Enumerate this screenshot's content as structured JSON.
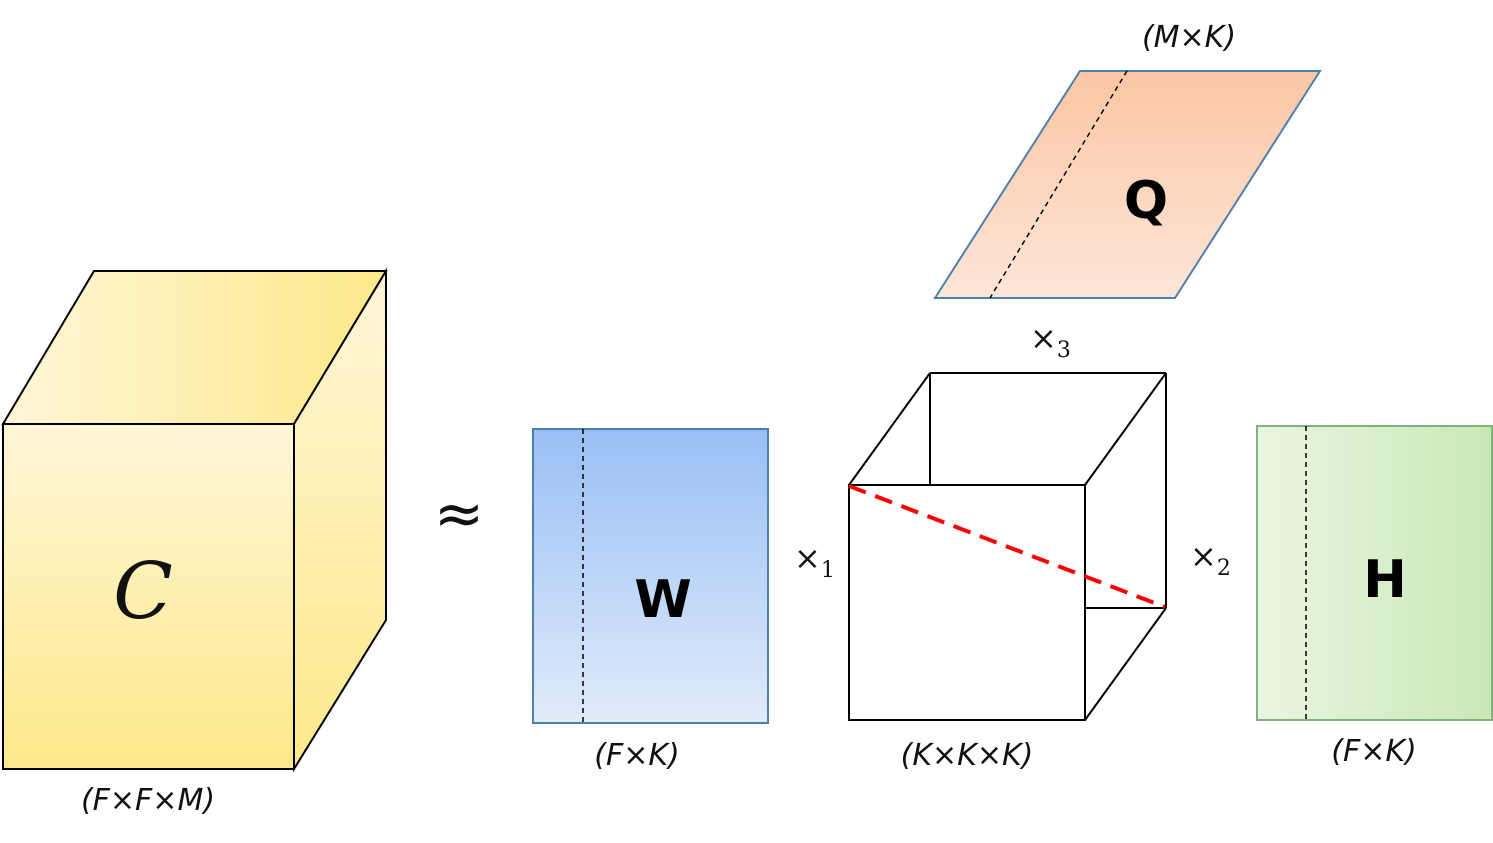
{
  "tensor_c": {
    "symbol": "C",
    "dims": "(F×F×M)",
    "color_light": "#fff6d8",
    "color_dark": "#fde98a"
  },
  "approx_symbol": "≈",
  "matrix_w": {
    "symbol": "W",
    "dims": "(F×K)",
    "color_top": "#98bff5",
    "color_bottom": "#e1ebfa",
    "border": "#4f7fae"
  },
  "core_tensor": {
    "dims": "(K×K×K)",
    "diagonal_color": "#ff0000"
  },
  "matrix_h": {
    "symbol": "H",
    "dims": "(F×K)",
    "color_left": "#eaf5e2",
    "color_right": "#c9e8b6",
    "border": "#7fb37a"
  },
  "matrix_q": {
    "symbol": "Q",
    "dims": "(M×K)",
    "color_top": "#fbc6a4",
    "color_bottom": "#fde6d8",
    "border": "#4f7fae"
  },
  "operators": {
    "mode1_base": "×",
    "mode1_sub": "1",
    "mode2_base": "×",
    "mode2_sub": "2",
    "mode3_base": "×",
    "mode3_sub": "3"
  }
}
